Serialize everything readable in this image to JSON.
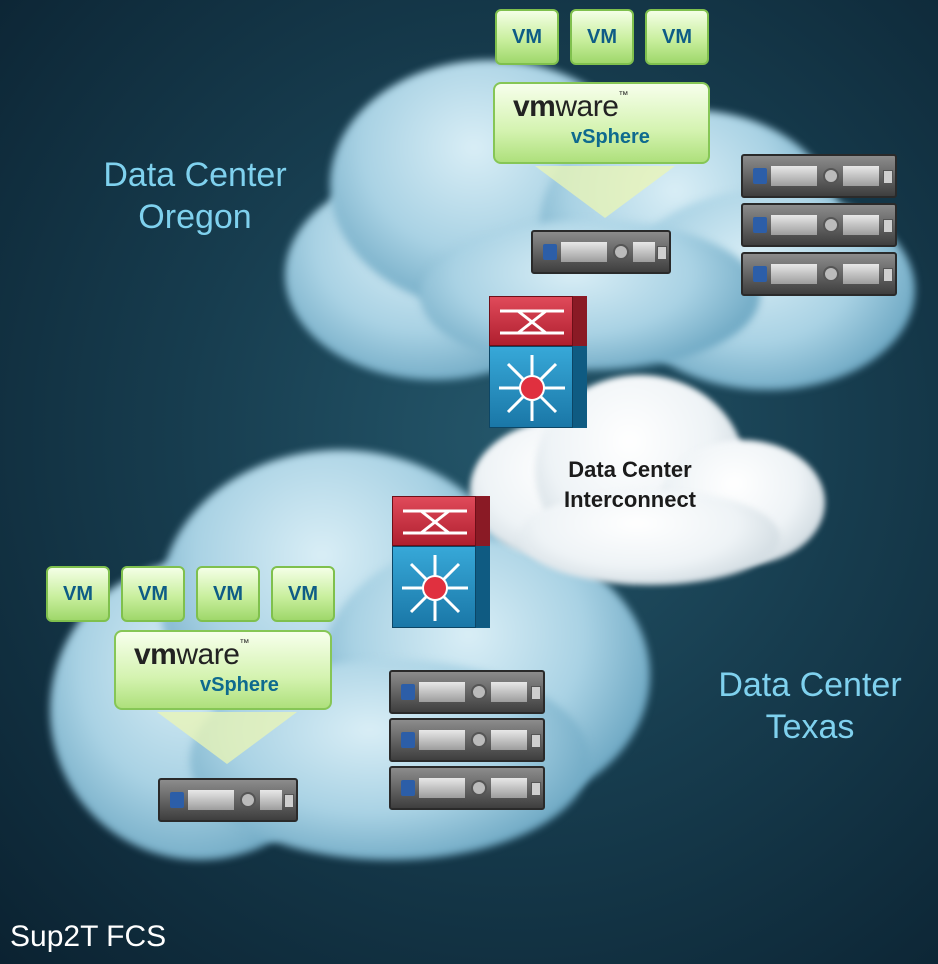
{
  "oregon": {
    "title_line1": "Data Center",
    "title_line2": "Oregon",
    "vms": [
      "VM",
      "VM",
      "VM"
    ],
    "brand_vm": "vm",
    "brand_ware": "ware",
    "brand_tm": "™",
    "product": "vSphere"
  },
  "texas": {
    "title_line1": "Data Center",
    "title_line2": "Texas",
    "vms": [
      "VM",
      "VM",
      "VM",
      "VM"
    ],
    "brand_vm": "vm",
    "brand_ware": "ware",
    "brand_tm": "™",
    "product": "vSphere"
  },
  "interconnect": {
    "line1": "Data Center",
    "line2": "Interconnect"
  },
  "footer": "Sup2T FCS",
  "colors": {
    "label": "#7fd1ee",
    "vm_text": "#0e5c86",
    "switch_top": "#c8303f",
    "switch_body": "#2a93c6"
  },
  "icons": [
    "server-icon",
    "switch-icon",
    "cloud-icon"
  ]
}
